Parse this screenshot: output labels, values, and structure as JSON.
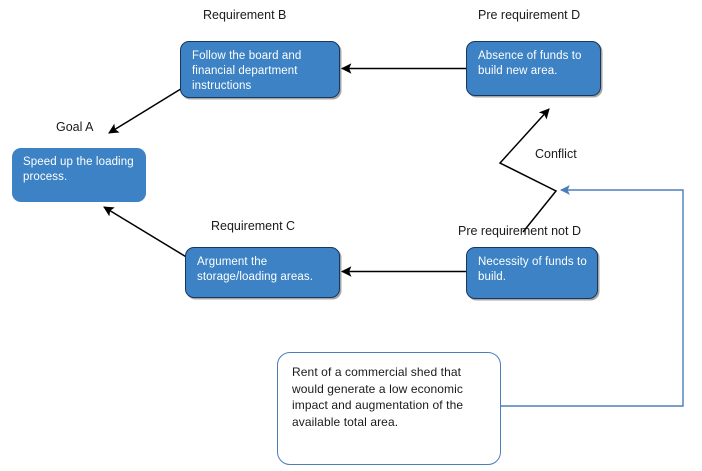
{
  "diagram": {
    "title": "Evaporating Cloud / Conflict Resolution Diagram",
    "colors": {
      "node_fill": "#3c82c4",
      "node_border": "#17375e",
      "node_text": "#ffffff",
      "injection_border": "#4a7ebb",
      "injection_fill": "#ffffff",
      "arrow_black": "#000000",
      "arrow_blue": "#4a7ebb",
      "caption_text": "#1a1a1a",
      "page_background": "#ffffff"
    },
    "captions": [
      {
        "id": "goal-a",
        "text": "Goal A"
      },
      {
        "id": "requirement-b",
        "text": "Requirement B"
      },
      {
        "id": "requirement-c",
        "text": "Requirement C"
      },
      {
        "id": "pre-requirement-d",
        "text": "Pre requirement D"
      },
      {
        "id": "pre-requirement-not-d",
        "text": "Pre requirement not D"
      },
      {
        "id": "conflict",
        "text": "Conflict"
      }
    ],
    "nodes": [
      {
        "id": "goal-a",
        "text": "Speed up the loading process."
      },
      {
        "id": "requirement-b",
        "text": "Follow the board and financial department instructions"
      },
      {
        "id": "requirement-c",
        "text": "Argument the storage/loading areas."
      },
      {
        "id": "pre-requirement-d",
        "text": "Absence of funds to build new area."
      },
      {
        "id": "pre-requirement-not-d",
        "text": "Necessity of funds to build."
      },
      {
        "id": "injection",
        "text": "Rent of a commercial shed that would generate a low economic impact and augmentation of the available total area."
      }
    ],
    "edges": [
      {
        "id": "edge-b-to-goal-a",
        "from": "requirement-b",
        "to": "goal-a",
        "style": "solid-black-arrow"
      },
      {
        "id": "edge-c-to-goal-a",
        "from": "requirement-c",
        "to": "goal-a",
        "style": "solid-black-arrow"
      },
      {
        "id": "edge-d-to-b",
        "from": "pre-requirement-d",
        "to": "requirement-b",
        "style": "solid-black-arrow"
      },
      {
        "id": "edge-notd-to-c",
        "from": "pre-requirement-not-d",
        "to": "requirement-c",
        "style": "solid-black-arrow"
      },
      {
        "id": "edge-conflict-zigzag",
        "from": "pre-requirement-not-d",
        "to": "pre-requirement-d",
        "style": "zigzag-black-arrow"
      },
      {
        "id": "edge-injection-to-conflict",
        "from": "injection",
        "to": "conflict",
        "style": "elbow-blue-arrow"
      }
    ]
  }
}
